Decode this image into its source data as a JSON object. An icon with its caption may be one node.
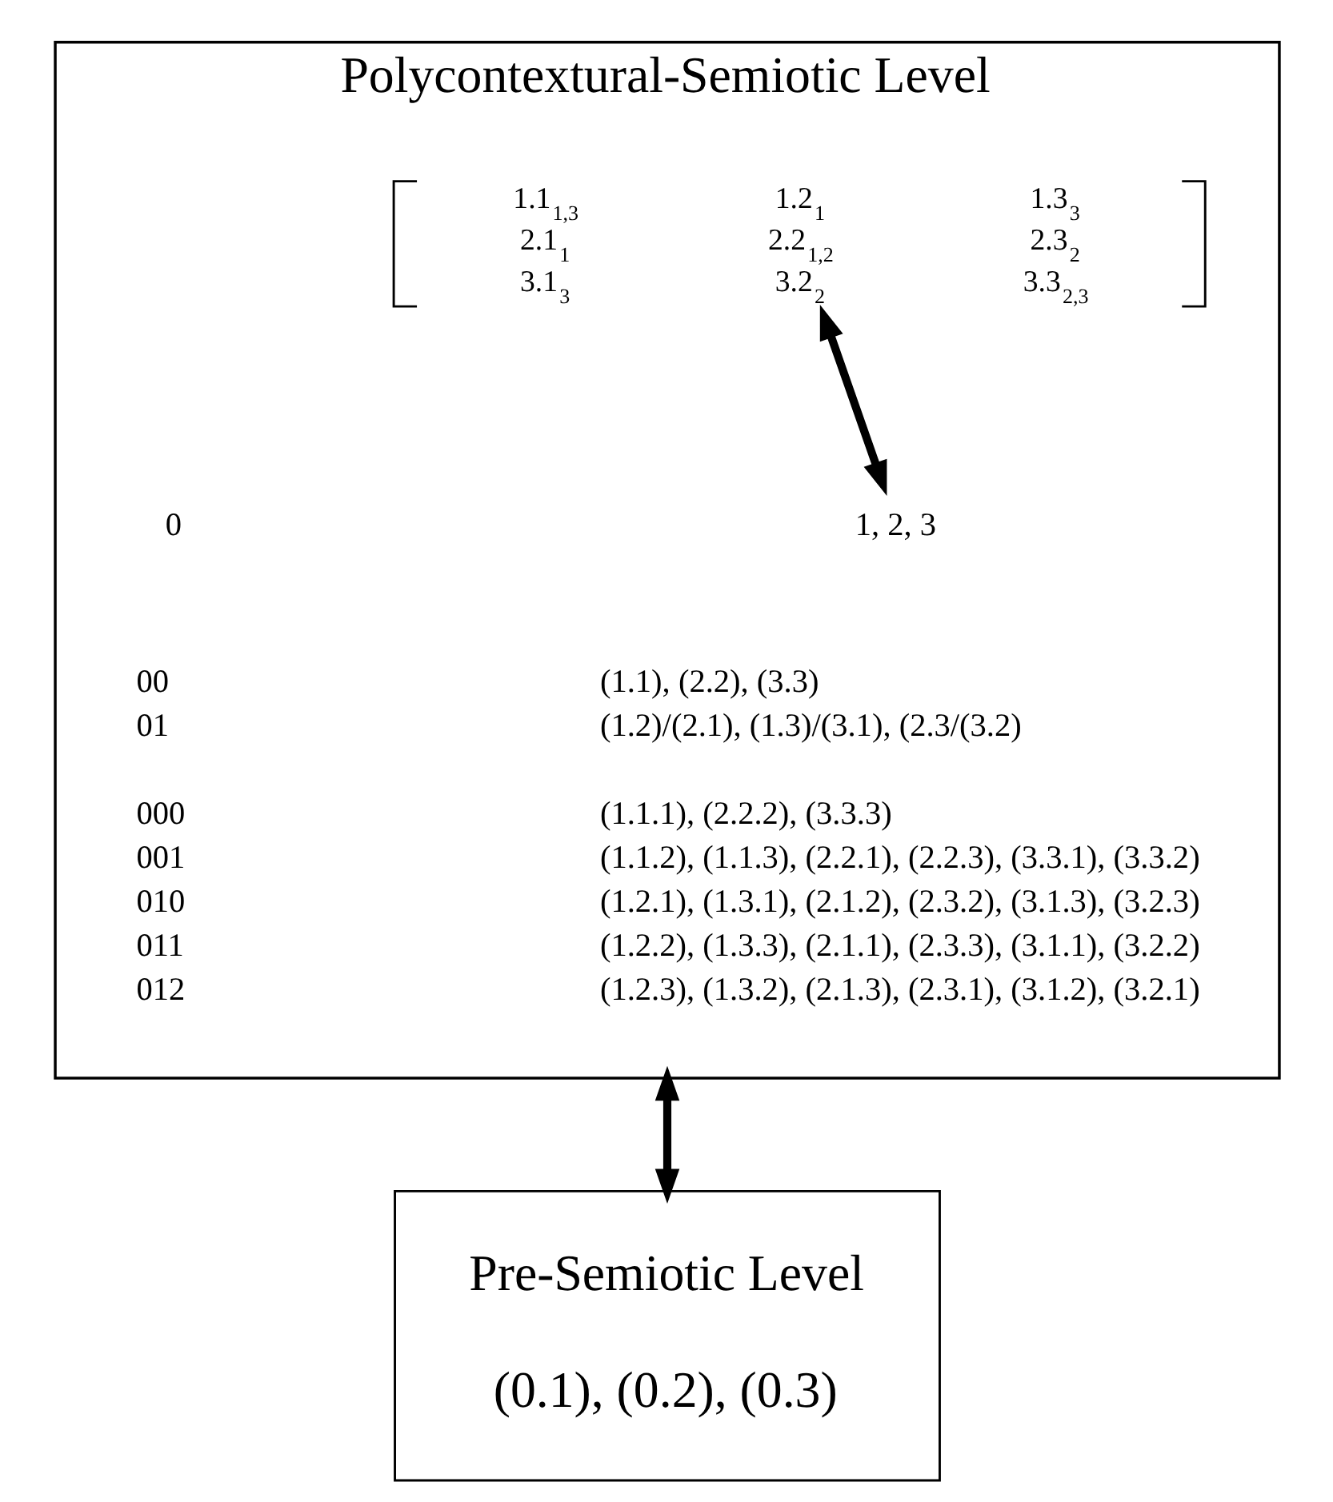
{
  "diagram": {
    "nodes": [
      {
        "text": [
          "Polycontextural-Semiotic Level"
        ]
      },
      {
        "text": [
          "1.1$_{1,3}$",
          "1.2$_{1}$",
          "1.3$_{3}$",
          "2.1$_{1}$",
          "2.2$_{1,2}$",
          "2.3$_{2}$",
          "3.1$_{3}$",
          "3.2$_{2}$",
          "3.3$_{2,3}$"
        ],
        "in": 0
      },
      {
        "text": [
          "1, 2, 3"
        ],
        "in": 0
      },
      {
        "text": [
          "Pre-Semiotic Level",
          "(0.1), (0.2), (0.3)"
        ]
      }
    ],
    "edges": [
      {
        "from": 1,
        "to": 2,
        "arrow": "both"
      },
      {
        "from": 0,
        "to": 3,
        "arrow": "both"
      }
    ],
    "labels": [
      "0",
      "00",
      "(1.1), (2.2), (3.3)",
      "01",
      "(1.2)/(2.1), (1.3)/(3.1), (2.3/(3.2)",
      "000",
      "(1.1.1), (2.2.2), (3.3.3)",
      "001",
      "(1.1.2), (1.1.3), (2.2.1), (2.2.3), (3.3.1), (3.3.2)",
      "010",
      "(1.2.1), (1.3.1), (2.1.2), (2.3.2), (3.1.3), (3.2.3)",
      "011",
      "(1.2.2), (1.3.3), (2.1.1), (2.3.3), (3.1.1), (3.2.2)",
      "012",
      "(1.2.3), (1.3.2), (2.1.3), (2.3.1), (3.1.2), (3.2.1)"
    ]
  }
}
